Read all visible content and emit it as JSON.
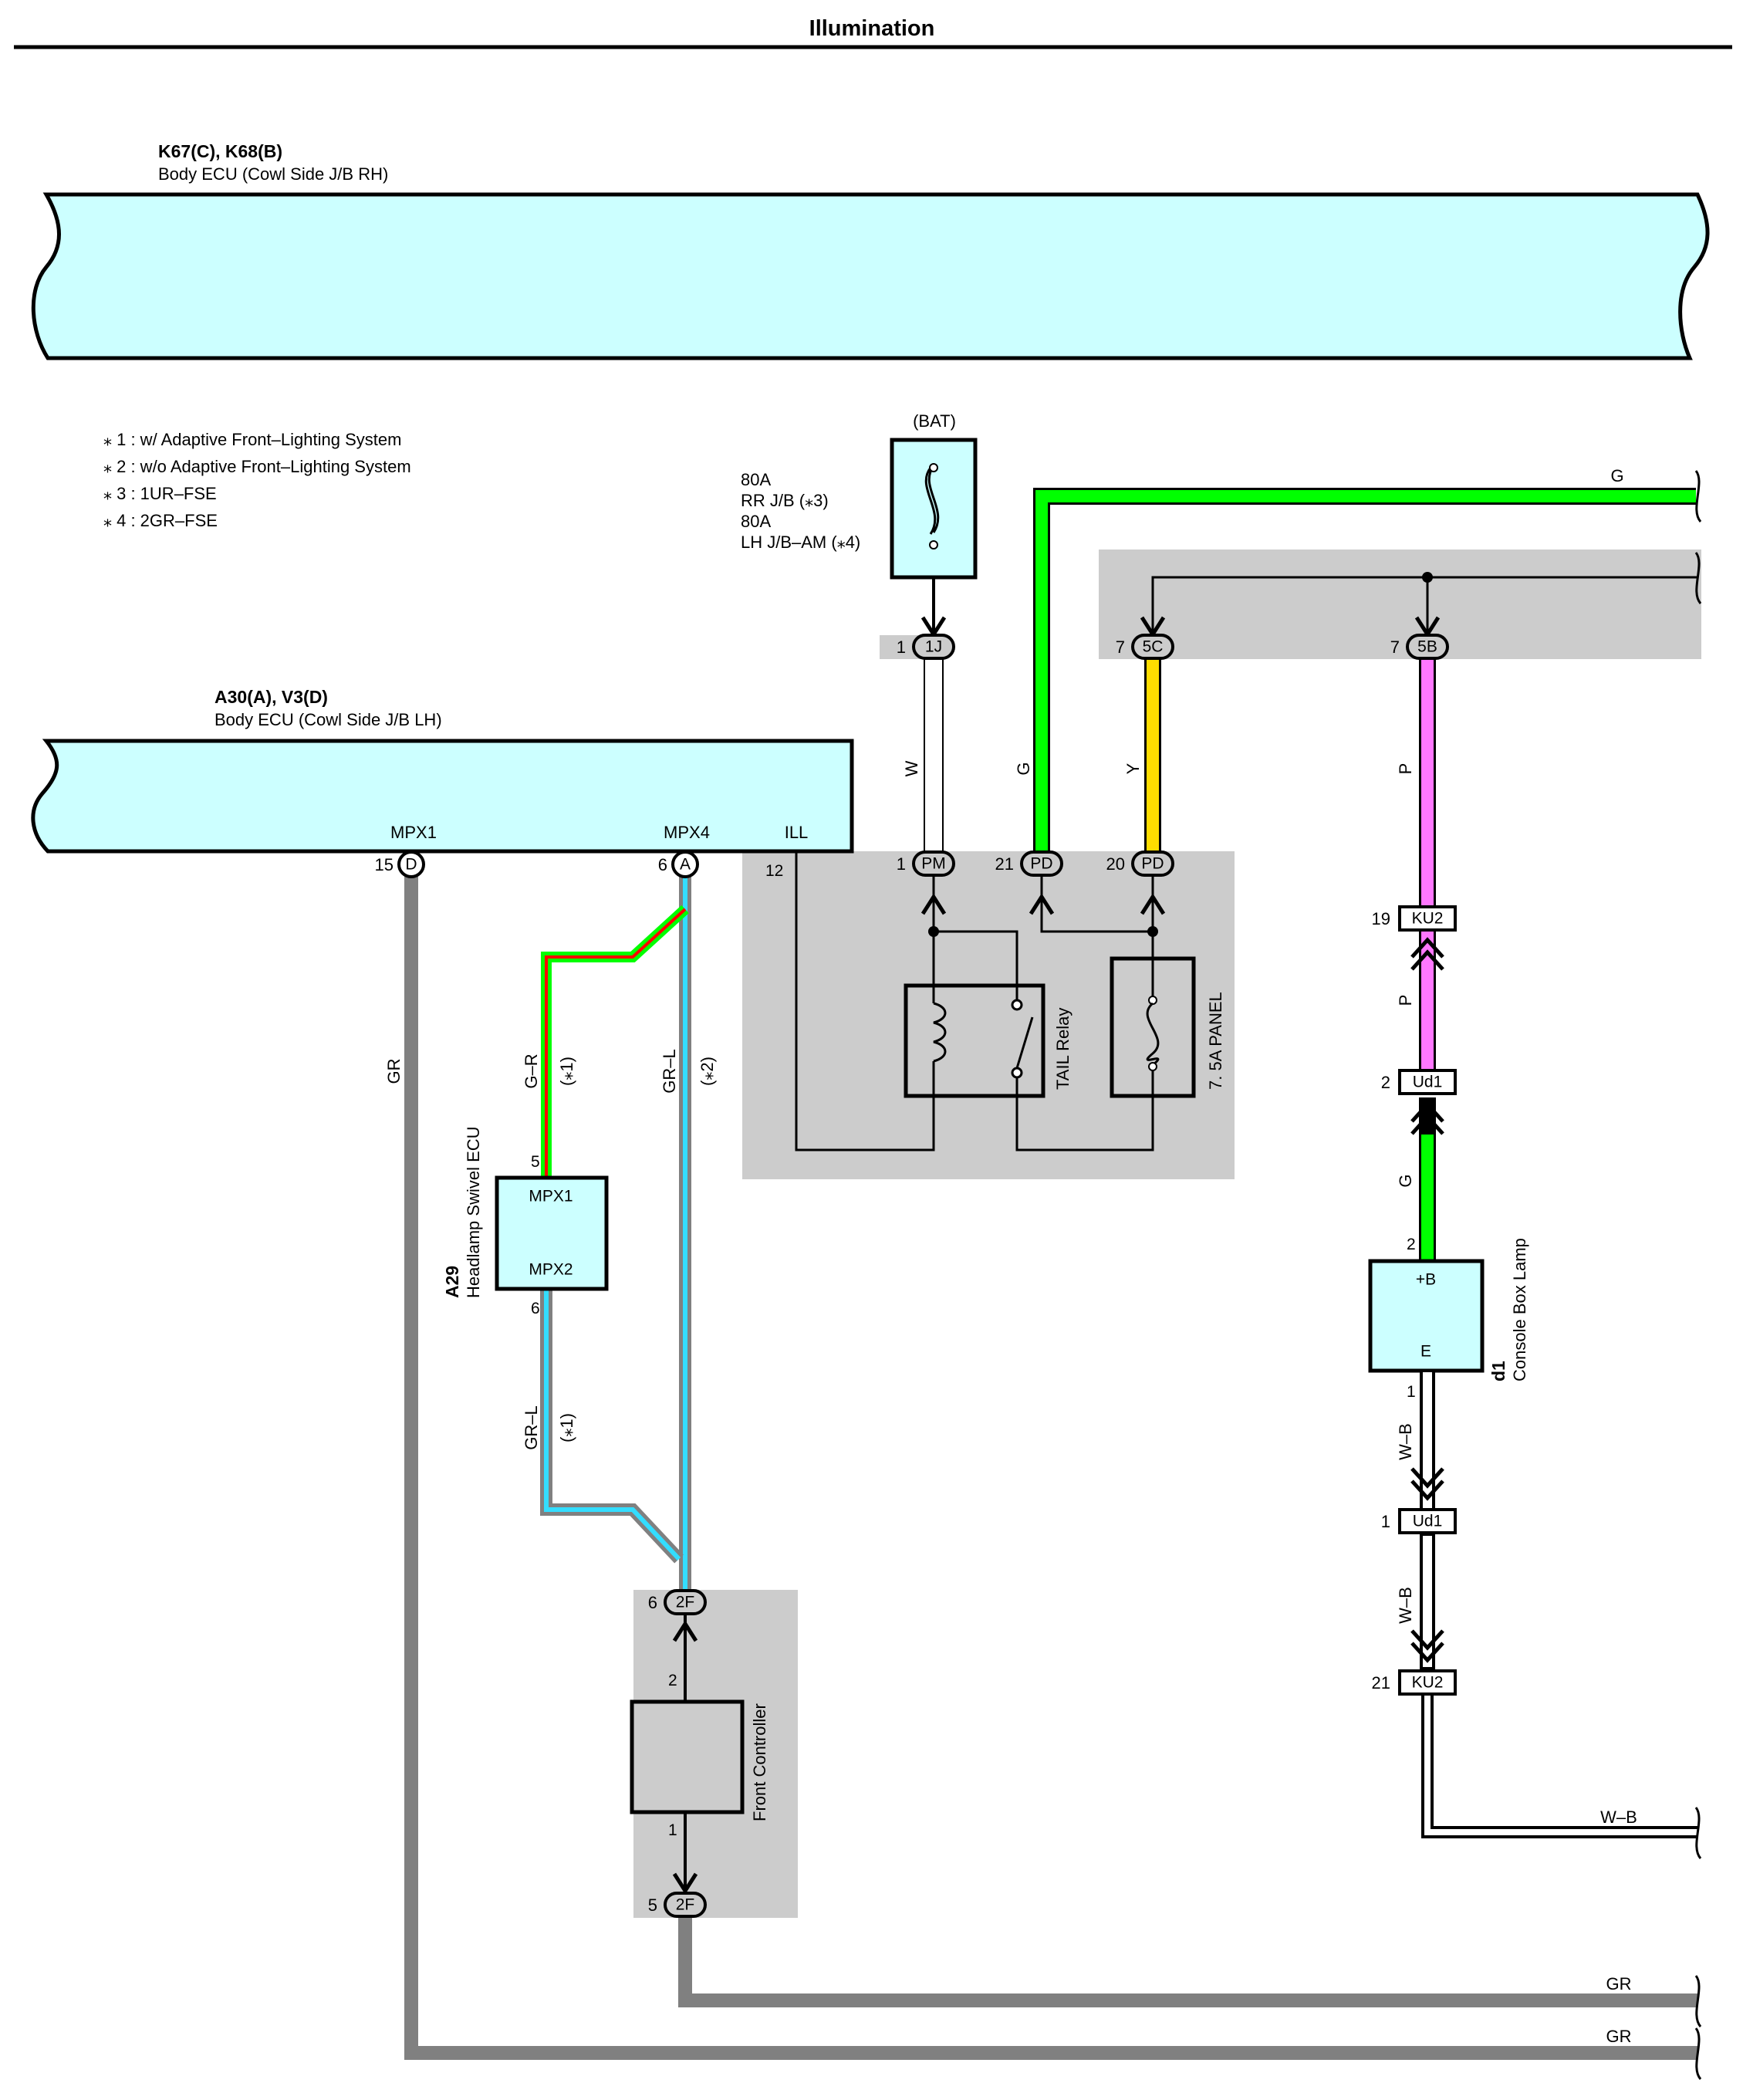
{
  "title": "Illumination",
  "notes": [
    "⁎ 1 : w/ Adaptive Front–Lighting System",
    "⁎ 2 : w/o Adaptive Front–Lighting System",
    "⁎ 3 : 1UR–FSE",
    "⁎ 4 : 2GR–FSE"
  ],
  "colors": {
    "wire_G": "#00ff00",
    "wire_Y": "#ffdd00",
    "wire_P": "#ff77ff",
    "wire_GR": "#808080",
    "wire_L": "#33ddff",
    "wire_R": "#ff0000",
    "wire_W": "#ffffff",
    "ecu_fill": "#ccffff",
    "junction_gray": "#cccccc"
  },
  "components": {
    "rh_ecu": {
      "code": "K67(C), K68(B)",
      "name": "Body ECU (Cowl Side J/B RH)"
    },
    "lh_ecu": {
      "code": "A30(A), V3(D)",
      "name": "Body ECU (Cowl Side J/B LH)",
      "pins": {
        "mpx1": "MPX1",
        "mpx4": "MPX4",
        "ill": "ILL"
      }
    },
    "bat": {
      "label": "(BAT)",
      "fuse_lines": [
        "80A",
        "RR J/B (⁎3)",
        "80A",
        "LH J/B–AM (⁎4)"
      ]
    },
    "tail_relay": {
      "name": "TAIL Relay"
    },
    "panel_fuse": {
      "name": "7. 5A PANEL"
    },
    "headlamp_ecu": {
      "code": "A29",
      "name": "Headlamp Swivel ECU",
      "pin_top": "MPX1",
      "pin_bottom": "MPX2"
    },
    "front_controller": {
      "name": "Front Controller"
    },
    "console_lamp": {
      "code": "d1",
      "name": "Console Box Lamp",
      "pin_top": "+B",
      "pin_bottom": "E"
    }
  },
  "connectors": {
    "c_1j": {
      "id": "1J",
      "pin": "1"
    },
    "c_5c": {
      "id": "5C",
      "pin": "7"
    },
    "c_5b": {
      "id": "5B",
      "pin": "7"
    },
    "c_d15": {
      "id": "D",
      "pin": "15"
    },
    "c_a6": {
      "id": "A",
      "pin": "6"
    },
    "c_pm": {
      "id": "PM",
      "pin": "1"
    },
    "c_pd21": {
      "id": "PD",
      "pin": "21"
    },
    "c_pd20": {
      "id": "PD",
      "pin": "20"
    },
    "c_ill": {
      "pin": "12"
    },
    "c_ku2a": {
      "id": "KU2",
      "pin": "19"
    },
    "c_ud1a": {
      "id": "Ud1",
      "pin": "2"
    },
    "c_ud1b": {
      "id": "Ud1",
      "pin": "1"
    },
    "c_ku2b": {
      "id": "KU2",
      "pin": "21"
    },
    "c_2f6": {
      "id": "2F",
      "pin": "6"
    },
    "c_2f5": {
      "id": "2F",
      "pin": "5"
    }
  },
  "pin_numbers": {
    "hl_5": "5",
    "hl_6": "6",
    "fc_2": "2",
    "fc_1": "1",
    "lamp_2": "2",
    "lamp_1": "1"
  },
  "wires": {
    "w_bat": "W",
    "g_top": "G",
    "y": "Y",
    "p_top": "P",
    "p_mid": "P",
    "g_lamp": "G",
    "wb_1": "W–B",
    "wb_2": "W–B",
    "wb_out": "W–B",
    "gr_left": "GR",
    "gr_r": "G–R",
    "gr_r_note": "(⁎1)",
    "gr_l": "GR–L",
    "gr_l_note": "(⁎2)",
    "gr_l_low": "GR–L",
    "gr_l_low_note": "(⁎1)",
    "gr_out1": "GR",
    "gr_out2": "GR",
    "g_out": "G"
  }
}
